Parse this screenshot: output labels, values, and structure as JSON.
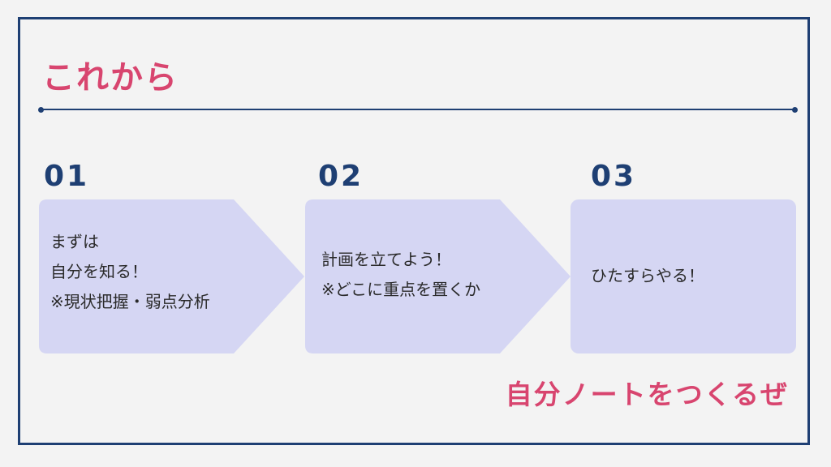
{
  "slide": {
    "title": "これから",
    "tagline": "自分ノートをつくるぜ",
    "accent_color": "#d8456f",
    "primary_color": "#1e3f73",
    "card_color": "#d5d6f3"
  },
  "steps": [
    {
      "number": "01",
      "lines": [
        "まずは",
        "自分を知る！",
        "※現状把握・弱点分析"
      ]
    },
    {
      "number": "02",
      "lines": [
        "計画を立てよう！",
        "※どこに重点を置くか"
      ]
    },
    {
      "number": "03",
      "lines": [
        "ひたすらやる！"
      ]
    }
  ]
}
